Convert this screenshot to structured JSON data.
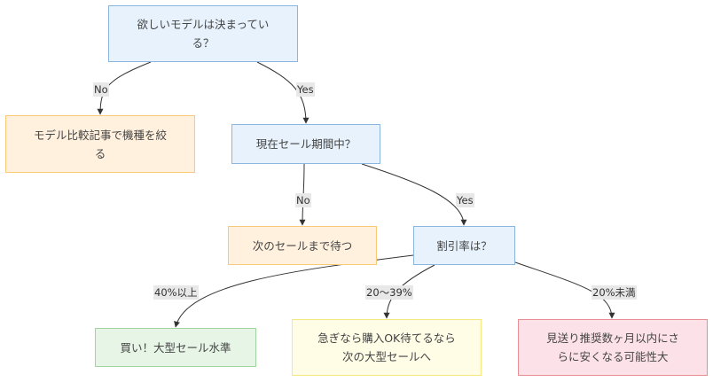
{
  "diagram": {
    "type": "flowchart",
    "nodes": [
      {
        "id": "n1",
        "kind": "decision",
        "color": "blue",
        "lines": [
          "欲しいモデルは決まってい",
          "る？"
        ]
      },
      {
        "id": "n2",
        "kind": "action",
        "color": "orange",
        "lines": [
          "モデル比較記事で機種を絞",
          "る"
        ]
      },
      {
        "id": "n3",
        "kind": "decision",
        "color": "blue",
        "lines": [
          "現在セール期間中？"
        ]
      },
      {
        "id": "n4",
        "kind": "action",
        "color": "orange",
        "lines": [
          "次のセールまで待つ"
        ]
      },
      {
        "id": "n5",
        "kind": "decision",
        "color": "blue",
        "lines": [
          "割引率は？"
        ]
      },
      {
        "id": "n6",
        "kind": "result",
        "color": "green",
        "lines": [
          "買い！大型セール水準"
        ]
      },
      {
        "id": "n7",
        "kind": "result",
        "color": "yellow",
        "lines": [
          "急ぎなら購入OK待てるなら",
          "次の大型セールへ"
        ]
      },
      {
        "id": "n8",
        "kind": "result",
        "color": "pink",
        "lines": [
          "見送り推奨数ヶ月以内にさ",
          "らに安くなる可能性大"
        ]
      }
    ],
    "edges": [
      {
        "id": "e1",
        "from": "n1",
        "to": "n2",
        "label": "No"
      },
      {
        "id": "e2",
        "from": "n1",
        "to": "n3",
        "label": "Yes"
      },
      {
        "id": "e3",
        "from": "n3",
        "to": "n4",
        "label": "No"
      },
      {
        "id": "e4",
        "from": "n3",
        "to": "n5",
        "label": "Yes"
      },
      {
        "id": "e5",
        "from": "n5",
        "to": "n6",
        "label": "40%以上"
      },
      {
        "id": "e6",
        "from": "n5",
        "to": "n7",
        "label": "20〜39%"
      },
      {
        "id": "e7",
        "from": "n5",
        "to": "n8",
        "label": "20%未満"
      }
    ],
    "colors": {
      "blue": {
        "fill": "#e7f2fc",
        "stroke": "#8ab6df"
      },
      "orange": {
        "fill": "#fff1de",
        "stroke": "#f7c978"
      },
      "green": {
        "fill": "#e6f5e6",
        "stroke": "#9fd39f"
      },
      "yellow": {
        "fill": "#fffde5",
        "stroke": "#f7e780"
      },
      "pink": {
        "fill": "#fce2e8",
        "stroke": "#e88f94"
      },
      "edge": "#333333",
      "edge_label_bg": "#e8e8e8"
    }
  }
}
